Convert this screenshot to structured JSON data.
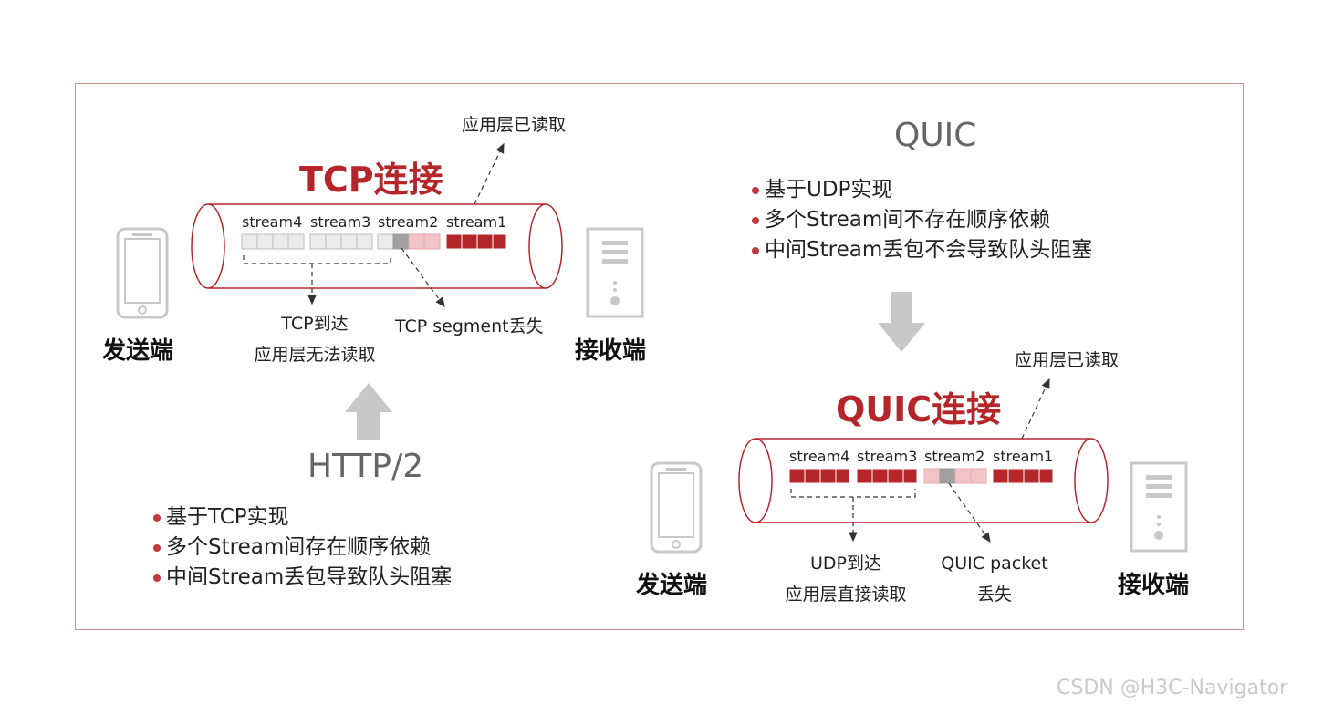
{
  "left": {
    "title": "TCP连接",
    "read_label": "应用层已读取",
    "streams": [
      "stream4",
      "stream3",
      "stream2",
      "stream1"
    ],
    "arrived_note": [
      "TCP到达",
      "应用层无法读取"
    ],
    "lost_note": "TCP segment丢失",
    "sender": "发送端",
    "receiver": "接收端",
    "protocol": "HTTP/2",
    "bullets": [
      "基于TCP实现",
      "多个Stream间存在顺序依赖",
      "中间Stream丢包导致队头阻塞"
    ]
  },
  "right": {
    "protocol": "QUIC",
    "bullets": [
      "基于UDP实现",
      "多个Stream间不存在顺序依赖",
      "中间Stream丢包不会导致队头阻塞"
    ],
    "title": "QUIC连接",
    "read_label": "应用层已读取",
    "streams": [
      "stream4",
      "stream3",
      "stream2",
      "stream1"
    ],
    "arrived_note": [
      "UDP到达",
      "应用层直接读取"
    ],
    "lost_note": [
      "QUIC packet",
      "丢失"
    ],
    "sender": "发送端",
    "receiver": "接收端"
  },
  "watermark": "CSDN @H3C-Navigator",
  "colors": {
    "accent": "#b5262b",
    "lost": "#a0a0a0",
    "pending": "#f1c5c7",
    "blocked": "#ececec",
    "frame": "#d98c8c"
  }
}
